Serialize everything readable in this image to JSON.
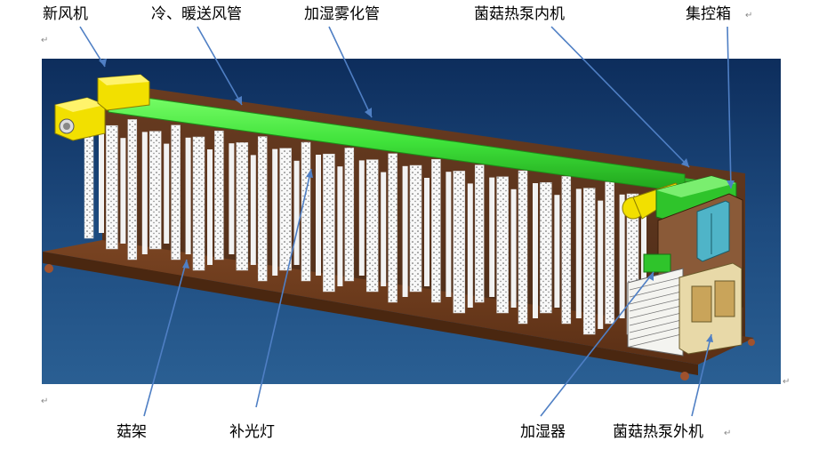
{
  "labels": {
    "fresh_air_unit": "新风机",
    "hvac_duct": "冷、暖送风管",
    "humidify_pipe": "加湿雾化管",
    "heat_pump_indoor": "菌菇热泵内机",
    "control_box": "集控箱",
    "mushroom_rack": "菇架",
    "fill_light": "补光灯",
    "humidifier": "加湿器",
    "heat_pump_outdoor": "菌菇热泵外机"
  },
  "colors": {
    "background": "#1a3f6e",
    "frame": "#6b3a1c",
    "duct": "#3fe23a",
    "yellow_unit": "#f2e000",
    "arrow": "#4f7fc4",
    "panel": "#f4f4f0",
    "control_box": "#4fb4c8"
  }
}
